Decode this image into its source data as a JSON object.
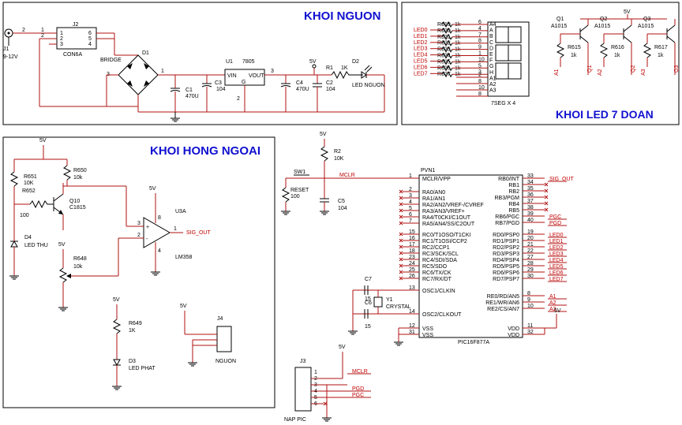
{
  "titles": {
    "power": "KHOI NGUON",
    "led": "KHOI LED 7 DOAN",
    "ir": "KHOI HONG NGOAI"
  },
  "power_block": {
    "j1": "J1",
    "j1_value": "9-12V",
    "j2": "J2",
    "j2_value": "CON6A",
    "bridge": "BRIDGE",
    "d1": "D1",
    "u1": "U1",
    "u1_value": "7805",
    "vin": "VIN",
    "vout": "VOUT",
    "gnd": "G",
    "c1": "C1",
    "c1_value": "470U",
    "c3": "C3",
    "c3_value": "104",
    "c4": "C4",
    "c4_value": "470U",
    "c2": "C2",
    "c2_value": "104",
    "r1": "R1",
    "r1_value": "1K",
    "d2": "D2",
    "d2_value": "LED NGUON",
    "vcc": "5V",
    "pins": {
      "p1": "1",
      "p2": "2",
      "p3": "3",
      "p4": "4",
      "p5": "5",
      "p6": "6"
    }
  },
  "led_block": {
    "resistors": [
      {
        "ref": "R619",
        "val": "1k",
        "pin": "6"
      },
      {
        "ref": "R620",
        "val": "1k",
        "pin": "4"
      },
      {
        "ref": "R621",
        "val": "1k",
        "pin": "7"
      },
      {
        "ref": "R622",
        "val": "1k",
        "pin": "8"
      },
      {
        "ref": "R623",
        "val": "1k",
        "pin": "9"
      },
      {
        "ref": "R624",
        "val": "1k",
        "pin": "1"
      },
      {
        "ref": "R625",
        "val": "1k",
        "pin": "10"
      },
      {
        "ref": "R626",
        "val": "1k",
        "pin": "5"
      },
      {
        "ref": "R627",
        "val": "1k",
        "pin": "3"
      }
    ],
    "nets": [
      "LED0",
      "LED1",
      "LED2",
      "LED3",
      "LED4",
      "LED5",
      "LED6",
      "LED7"
    ],
    "seg_pins": [
      "A4",
      "A",
      "B",
      "C",
      "D",
      "E",
      "F",
      "G",
      "H",
      "A1",
      "A2",
      "A3"
    ],
    "seg_name": "7SEG X 4",
    "anode_pins": [
      "2",
      "8",
      "10",
      "8"
    ],
    "transistors": [
      {
        "ref": "Q1",
        "val": "A1015",
        "r": "R615",
        "rv": "1k",
        "net": "A1",
        "net2": "Q1"
      },
      {
        "ref": "Q2",
        "val": "A1015",
        "r": "R616",
        "rv": "1k",
        "net": "A2",
        "net2": "Q2"
      },
      {
        "ref": "Q3",
        "val": "A1015",
        "r": "R617",
        "rv": "1k",
        "net": "A3",
        "net2": "Q3"
      }
    ],
    "vcc": "5V"
  },
  "ir_block": {
    "vcc": "5V",
    "r651": "R651",
    "r651_v": "10K",
    "r652": "R652",
    "r652_v": "100",
    "r650": "R650",
    "r650_v": "10k",
    "q10": "Q10",
    "q10_v": "C1815",
    "d4": "D4",
    "d4_v": "LED THU",
    "r648": "R648",
    "r648_v": "10k",
    "u3": "U3A",
    "u3_v": "LM358",
    "sig": "SIG_OUT",
    "r649": "R649",
    "r649_v": "1K",
    "d3": "D3",
    "d3_v": "LED PHAT",
    "j4": "J4",
    "j4_v": "NGUON",
    "op_pins": {
      "plus": "3",
      "minus": "2",
      "out": "1",
      "v": "8",
      "g": "4"
    }
  },
  "mcu_block": {
    "vcc": "5V",
    "r2": "R2",
    "r2_v": "10K",
    "sw1": "SW1",
    "reset": "RESET",
    "r_reset": "100",
    "c5": "C5",
    "c5_v": "104",
    "mclr": "MCLR",
    "c7": "C7",
    "c6": "C6",
    "c_v": "15",
    "y1": "Y1",
    "y1_v": "CRYSTAL",
    "ic": "PIC16F877A",
    "pvn": "PVN1",
    "left_pins": [
      {
        "n": "1",
        "name": "MCLR/VPP"
      },
      {
        "n": "2",
        "name": "RA0/AN0"
      },
      {
        "n": "3",
        "name": "RA1/AN1"
      },
      {
        "n": "4",
        "name": "RA2/AN2/VREF-/CVREF"
      },
      {
        "n": "5",
        "name": "RA3/AN3/VREF+"
      },
      {
        "n": "6",
        "name": "RA4/T0CKI/C1OUT"
      },
      {
        "n": "7",
        "name": "RA5/AN4/SS/C2OUT"
      },
      {
        "n": "15",
        "name": "RC0/T1OSO/T1CKI"
      },
      {
        "n": "16",
        "name": "RC1/T1OSI/CCP2"
      },
      {
        "n": "17",
        "name": "RC2/CCP1"
      },
      {
        "n": "18",
        "name": "RC3/SCK/SCL"
      },
      {
        "n": "23",
        "name": "RC4/SDI/SDA"
      },
      {
        "n": "24",
        "name": "RC5/SDO"
      },
      {
        "n": "25",
        "name": "RC6/TX/CK"
      },
      {
        "n": "26",
        "name": "RC7/RX/DT"
      },
      {
        "n": "13",
        "name": "OSC1/CLKIN"
      },
      {
        "n": "14",
        "name": "OSC2/CLKOUT"
      },
      {
        "n": "12",
        "name": "VSS"
      },
      {
        "n": "31",
        "name": "VSS"
      }
    ],
    "right_pins": [
      {
        "n": "33",
        "name": "RB0/INT",
        "net": "SIG_OUT"
      },
      {
        "n": "34",
        "name": "RB1",
        "net": ""
      },
      {
        "n": "35",
        "name": "RB2",
        "net": ""
      },
      {
        "n": "36",
        "name": "RB3/PGM",
        "net": ""
      },
      {
        "n": "37",
        "name": "RB4",
        "net": ""
      },
      {
        "n": "38",
        "name": "RB5",
        "net": ""
      },
      {
        "n": "39",
        "name": "RB6/PGC",
        "net": "PGC"
      },
      {
        "n": "40",
        "name": "RB7/PGD",
        "net": "PGD"
      },
      {
        "n": "19",
        "name": "RD0/PSP0",
        "net": "LED0"
      },
      {
        "n": "20",
        "name": "RD1/PSP1",
        "net": "LED1"
      },
      {
        "n": "21",
        "name": "RD2/PSP2",
        "net": "LED2"
      },
      {
        "n": "22",
        "name": "RD3/PSP3",
        "net": "LED3"
      },
      {
        "n": "27",
        "name": "RD4/PSP4",
        "net": "LED4"
      },
      {
        "n": "28",
        "name": "RD5/PSP5",
        "net": "LED5"
      },
      {
        "n": "29",
        "name": "RD6/PSP6",
        "net": "LED6"
      },
      {
        "n": "30",
        "name": "RD7/PSP7",
        "net": "LED7"
      },
      {
        "n": "8",
        "name": "RE0/RD/AN5",
        "net": "A1"
      },
      {
        "n": "9",
        "name": "RE1/WR/AN6",
        "net": "A2"
      },
      {
        "n": "10",
        "name": "RE2/CS/AN7",
        "net": "A3"
      },
      {
        "n": "11",
        "name": "VDD",
        "net": "5V"
      },
      {
        "n": "32",
        "name": "VDD",
        "net": ""
      }
    ],
    "j3": "J3",
    "j3_v": "NAP PIC",
    "j3_pins": [
      "1",
      "2",
      "3",
      "4",
      "5",
      "6"
    ],
    "j3_nets": [
      "MCLR",
      "",
      "",
      "PGD",
      "PGC",
      ""
    ]
  }
}
